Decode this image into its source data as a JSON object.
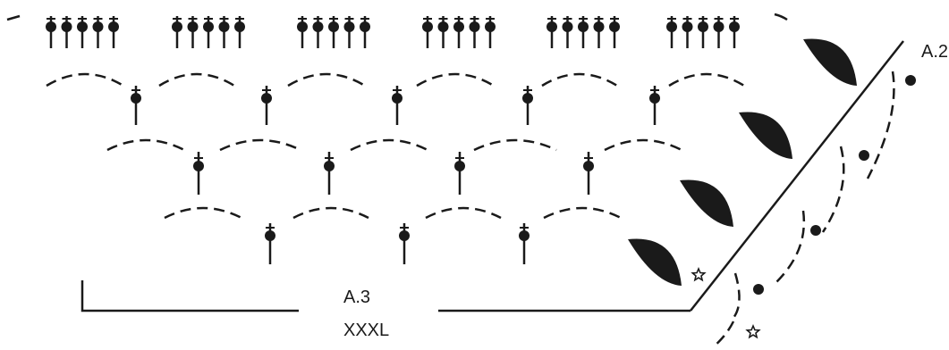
{
  "diagram": {
    "labels": {
      "chart_name": "A.3",
      "size": "XXXL",
      "neighbor_chart": "A.2"
    },
    "symbols": {
      "stitch": "treble-crochet",
      "group": "5-treble-group",
      "chain": "chain-arc",
      "leaf": "leaf-petal",
      "dot": "dot",
      "star": "star-marker"
    },
    "colors": {
      "ink": "#1a1a1a",
      "background": "#ffffff"
    },
    "counts": {
      "groups_top_row": 6,
      "singles_row_2": 5,
      "singles_row_3": 4,
      "singles_row_4": 3,
      "leaves": 4
    }
  }
}
